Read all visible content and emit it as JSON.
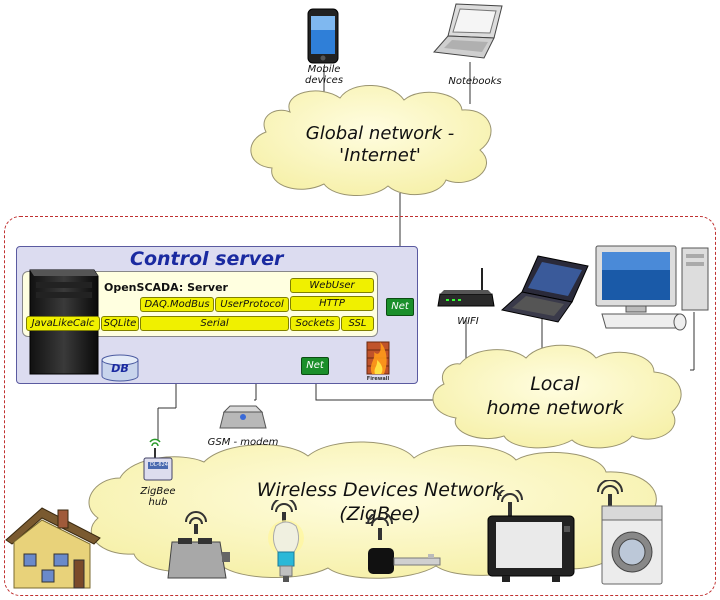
{
  "internet": {
    "label_line1": "Global network -",
    "label_line2": "'Internet'"
  },
  "clients": {
    "mobile_line1": "Mobile",
    "mobile_line2": "devices",
    "notebooks": "Notebooks"
  },
  "server": {
    "title": "Control server",
    "subtitle": "OpenSCADA: Server",
    "modules": {
      "webuser": "WebUser",
      "http": "HTTP",
      "daq_modbus": "DAQ.ModBus",
      "user_protocol": "UserProtocol",
      "javalikecalc": "JavaLikeCalc",
      "sqlite": "SQLite",
      "serial": "Serial",
      "sockets": "Sockets",
      "ssl": "SSL"
    },
    "net_top": "Net",
    "net_bottom": "Net",
    "db": "DB",
    "firewall": "Firewall"
  },
  "local": {
    "label_line1": "Local",
    "label_line2": "home network",
    "wifi": "WIFI"
  },
  "gsm": "GSM - modem",
  "zigbee": {
    "hub_line1": "ZigBee",
    "hub_line2": "hub",
    "hub_model": "DL-624"
  },
  "wireless": {
    "label_line1": "Wireless Devices Network",
    "label_line2": "(ZigBee)"
  },
  "colors": {
    "cloud_fill": "#fffbc2",
    "module_yellow": "#f0f000",
    "net_green": "#1a8f2a",
    "title_blue": "#1a2aa0",
    "boundary_red": "#c03030"
  }
}
